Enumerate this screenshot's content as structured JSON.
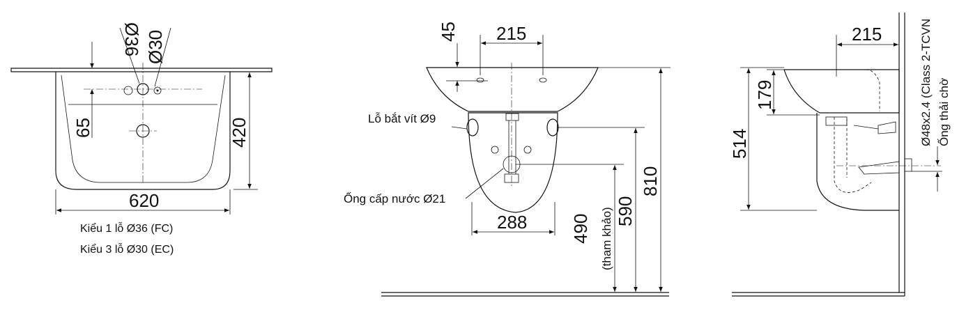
{
  "front_view": {
    "width": "620",
    "depth_depth": "420",
    "hole_offset": "65",
    "hole_36": "Ø36",
    "hole_30": "Ø30",
    "caption_fc": "Kiểu 1 lỗ Ø36 (FC)",
    "caption_ec": "Kiểu 3 lỗ Ø30 (EC)"
  },
  "middle_view": {
    "top_offset": "45",
    "hole_spacing": "215",
    "pedestal_width": "288",
    "screw_label": "Lỗ bắt vít Ø9",
    "water_pipe_label": "Ống cấp nước Ø21",
    "height_490": "490",
    "reference_label": "(tham khảo)",
    "height_590": "590",
    "height_810": "810"
  },
  "side_view": {
    "hole_spacing": "215",
    "basin_height": "179",
    "depth": "514",
    "drain_spec": "Ø48x2.4 (Class 2-TCVN",
    "drain_label": "Ống thải chờ"
  }
}
